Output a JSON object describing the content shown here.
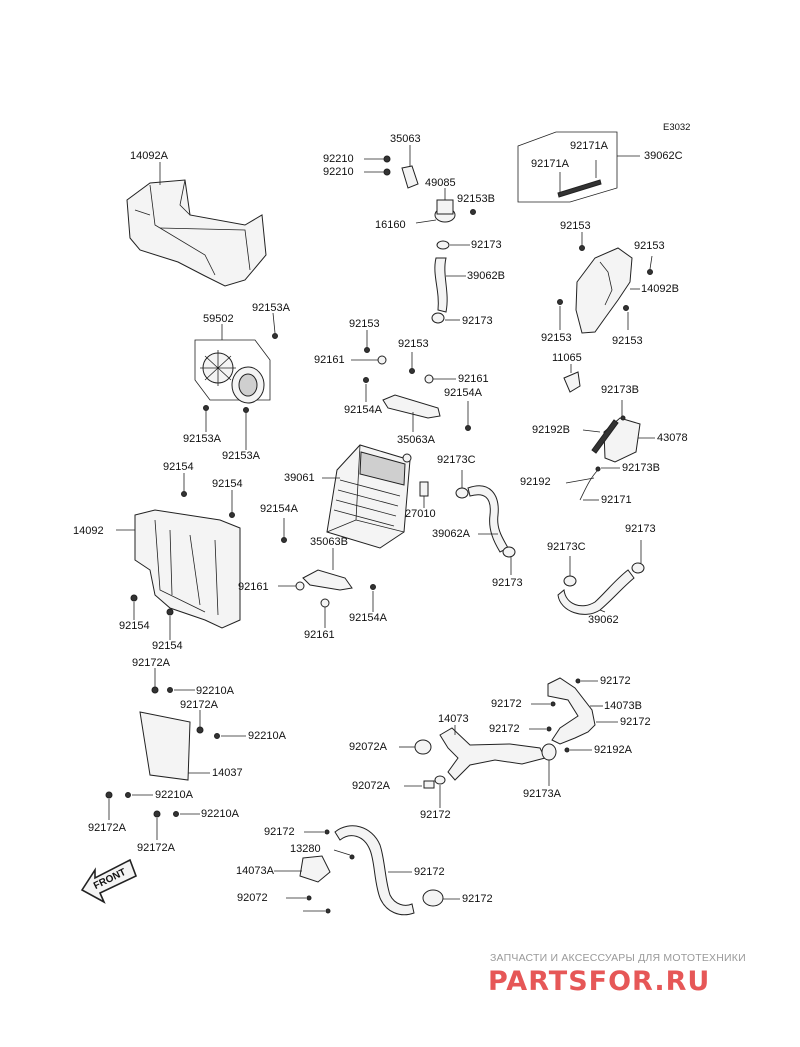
{
  "diagram": {
    "code": "E3032",
    "front_label": "FRONT",
    "labels": [
      {
        "id": "l01",
        "text": "14092A"
      },
      {
        "id": "l02",
        "text": "35063"
      },
      {
        "id": "l03",
        "text": "92210"
      },
      {
        "id": "l04",
        "text": "92210"
      },
      {
        "id": "l05",
        "text": "49085"
      },
      {
        "id": "l06",
        "text": "92153B"
      },
      {
        "id": "l07",
        "text": "16160"
      },
      {
        "id": "l08",
        "text": "92173"
      },
      {
        "id": "l09",
        "text": "39062B"
      },
      {
        "id": "l10",
        "text": "92173"
      },
      {
        "id": "l11",
        "text": "92171A"
      },
      {
        "id": "l12",
        "text": "92171A"
      },
      {
        "id": "l13",
        "text": "39062C"
      },
      {
        "id": "l14",
        "text": "92153"
      },
      {
        "id": "l15",
        "text": "92153"
      },
      {
        "id": "l16",
        "text": "14092B"
      },
      {
        "id": "l17",
        "text": "92153"
      },
      {
        "id": "l18",
        "text": "92153"
      },
      {
        "id": "l19",
        "text": "11065"
      },
      {
        "id": "l20",
        "text": "59502"
      },
      {
        "id": "l21",
        "text": "92153A"
      },
      {
        "id": "l22",
        "text": "92153A"
      },
      {
        "id": "l23",
        "text": "92153A"
      },
      {
        "id": "l24",
        "text": "92153"
      },
      {
        "id": "l25",
        "text": "92161"
      },
      {
        "id": "l26",
        "text": "92153"
      },
      {
        "id": "l27",
        "text": "92161"
      },
      {
        "id": "l28",
        "text": "92154A"
      },
      {
        "id": "l29",
        "text": "92154A"
      },
      {
        "id": "l30",
        "text": "35063A"
      },
      {
        "id": "l31",
        "text": "92173B"
      },
      {
        "id": "l32",
        "text": "92192B"
      },
      {
        "id": "l33",
        "text": "43078"
      },
      {
        "id": "l34",
        "text": "92154"
      },
      {
        "id": "l35",
        "text": "92154"
      },
      {
        "id": "l36",
        "text": "39061"
      },
      {
        "id": "l37",
        "text": "92173C"
      },
      {
        "id": "l38",
        "text": "92192"
      },
      {
        "id": "l39",
        "text": "92173B"
      },
      {
        "id": "l40",
        "text": "92171"
      },
      {
        "id": "l41",
        "text": "14092"
      },
      {
        "id": "l42",
        "text": "92154A"
      },
      {
        "id": "l43",
        "text": "27010"
      },
      {
        "id": "l44",
        "text": "39062A"
      },
      {
        "id": "l45",
        "text": "35063B"
      },
      {
        "id": "l46",
        "text": "92173"
      },
      {
        "id": "l47",
        "text": "92173C"
      },
      {
        "id": "l48",
        "text": "92161"
      },
      {
        "id": "l49",
        "text": "92154"
      },
      {
        "id": "l50",
        "text": "92154"
      },
      {
        "id": "l51",
        "text": "92161"
      },
      {
        "id": "l52",
        "text": "92154A"
      },
      {
        "id": "l53",
        "text": "92173"
      },
      {
        "id": "l54",
        "text": "39062"
      },
      {
        "id": "l55",
        "text": "92172A"
      },
      {
        "id": "l56",
        "text": "92210A"
      },
      {
        "id": "l57",
        "text": "92172A"
      },
      {
        "id": "l58",
        "text": "92210A"
      },
      {
        "id": "l59",
        "text": "14037"
      },
      {
        "id": "l60",
        "text": "92210A"
      },
      {
        "id": "l61",
        "text": "92172A"
      },
      {
        "id": "l62",
        "text": "92210A"
      },
      {
        "id": "l63",
        "text": "92172A"
      },
      {
        "id": "l64",
        "text": "92172"
      },
      {
        "id": "l65",
        "text": "14073B"
      },
      {
        "id": "l66",
        "text": "92172"
      },
      {
        "id": "l67",
        "text": "14073"
      },
      {
        "id": "l68",
        "text": "92172"
      },
      {
        "id": "l69",
        "text": "92172"
      },
      {
        "id": "l70",
        "text": "92072A"
      },
      {
        "id": "l71",
        "text": "92192A"
      },
      {
        "id": "l72",
        "text": "92072A"
      },
      {
        "id": "l73",
        "text": "92173A"
      },
      {
        "id": "l74",
        "text": "92172"
      },
      {
        "id": "l75",
        "text": "92172"
      },
      {
        "id": "l76",
        "text": "13280"
      },
      {
        "id": "l77",
        "text": "14073A"
      },
      {
        "id": "l78",
        "text": "92172"
      },
      {
        "id": "l79",
        "text": "92072"
      },
      {
        "id": "l80",
        "text": "92172"
      }
    ]
  },
  "watermark": {
    "caption": "ЗАПЧАСТИ И АКСЕССУАРЫ ДЛЯ МОТОТЕХНИКИ",
    "logo": "PARTSFOR.RU"
  }
}
